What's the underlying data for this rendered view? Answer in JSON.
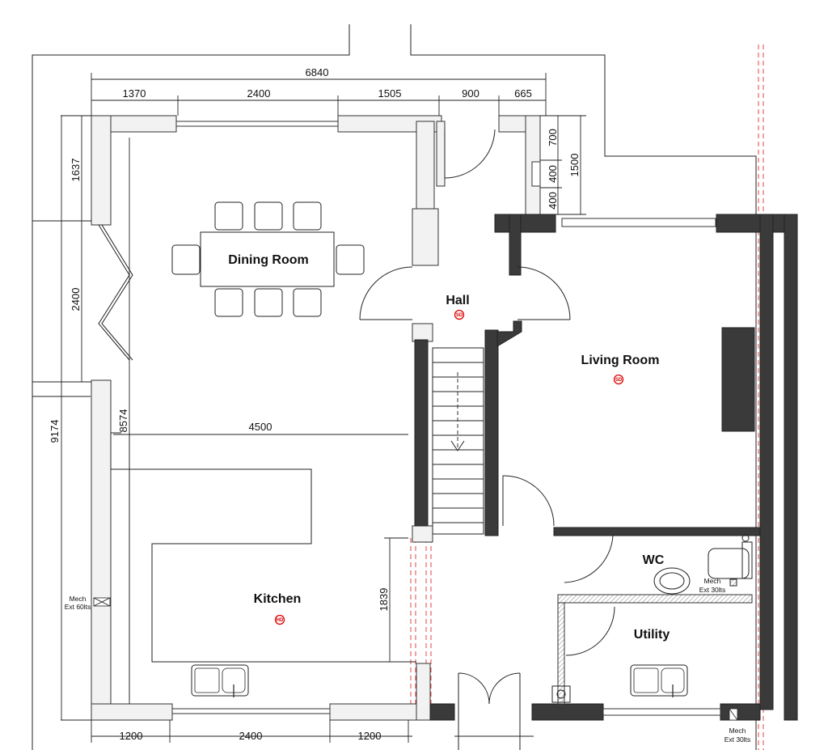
{
  "rooms": {
    "dining": "Dining Room",
    "hall": "Hall",
    "living": "Living Room",
    "wc": "WC",
    "utility": "Utility",
    "kitchen": "Kitchen"
  },
  "dimensions": {
    "top_overall": "6840",
    "top_segments": [
      "1370",
      "2400",
      "1505",
      "900",
      "665"
    ],
    "right_small": [
      "700",
      "400",
      "400"
    ],
    "right_total": "1500",
    "left_outer": "9174",
    "left_segments": [
      "1637",
      "2400"
    ],
    "left_inner": "8574",
    "kitchen_width": "4500",
    "island": "1839",
    "bottom_segments": [
      "1200",
      "2400",
      "1200"
    ]
  },
  "annotations": {
    "mech_left": [
      "Mech",
      "Ext 60lts"
    ],
    "mech_wc": [
      "Mech",
      "Ext 30lts"
    ],
    "mech_right": [
      "Mech",
      "Ext 30lts"
    ]
  },
  "detectors": {
    "smoke": "SD",
    "heat": "HD"
  },
  "colors": {
    "wall_dark": "#3a3a3a",
    "insulation": "#f2f2f2",
    "detector": "#dd0000",
    "party_line": "#e03030"
  }
}
